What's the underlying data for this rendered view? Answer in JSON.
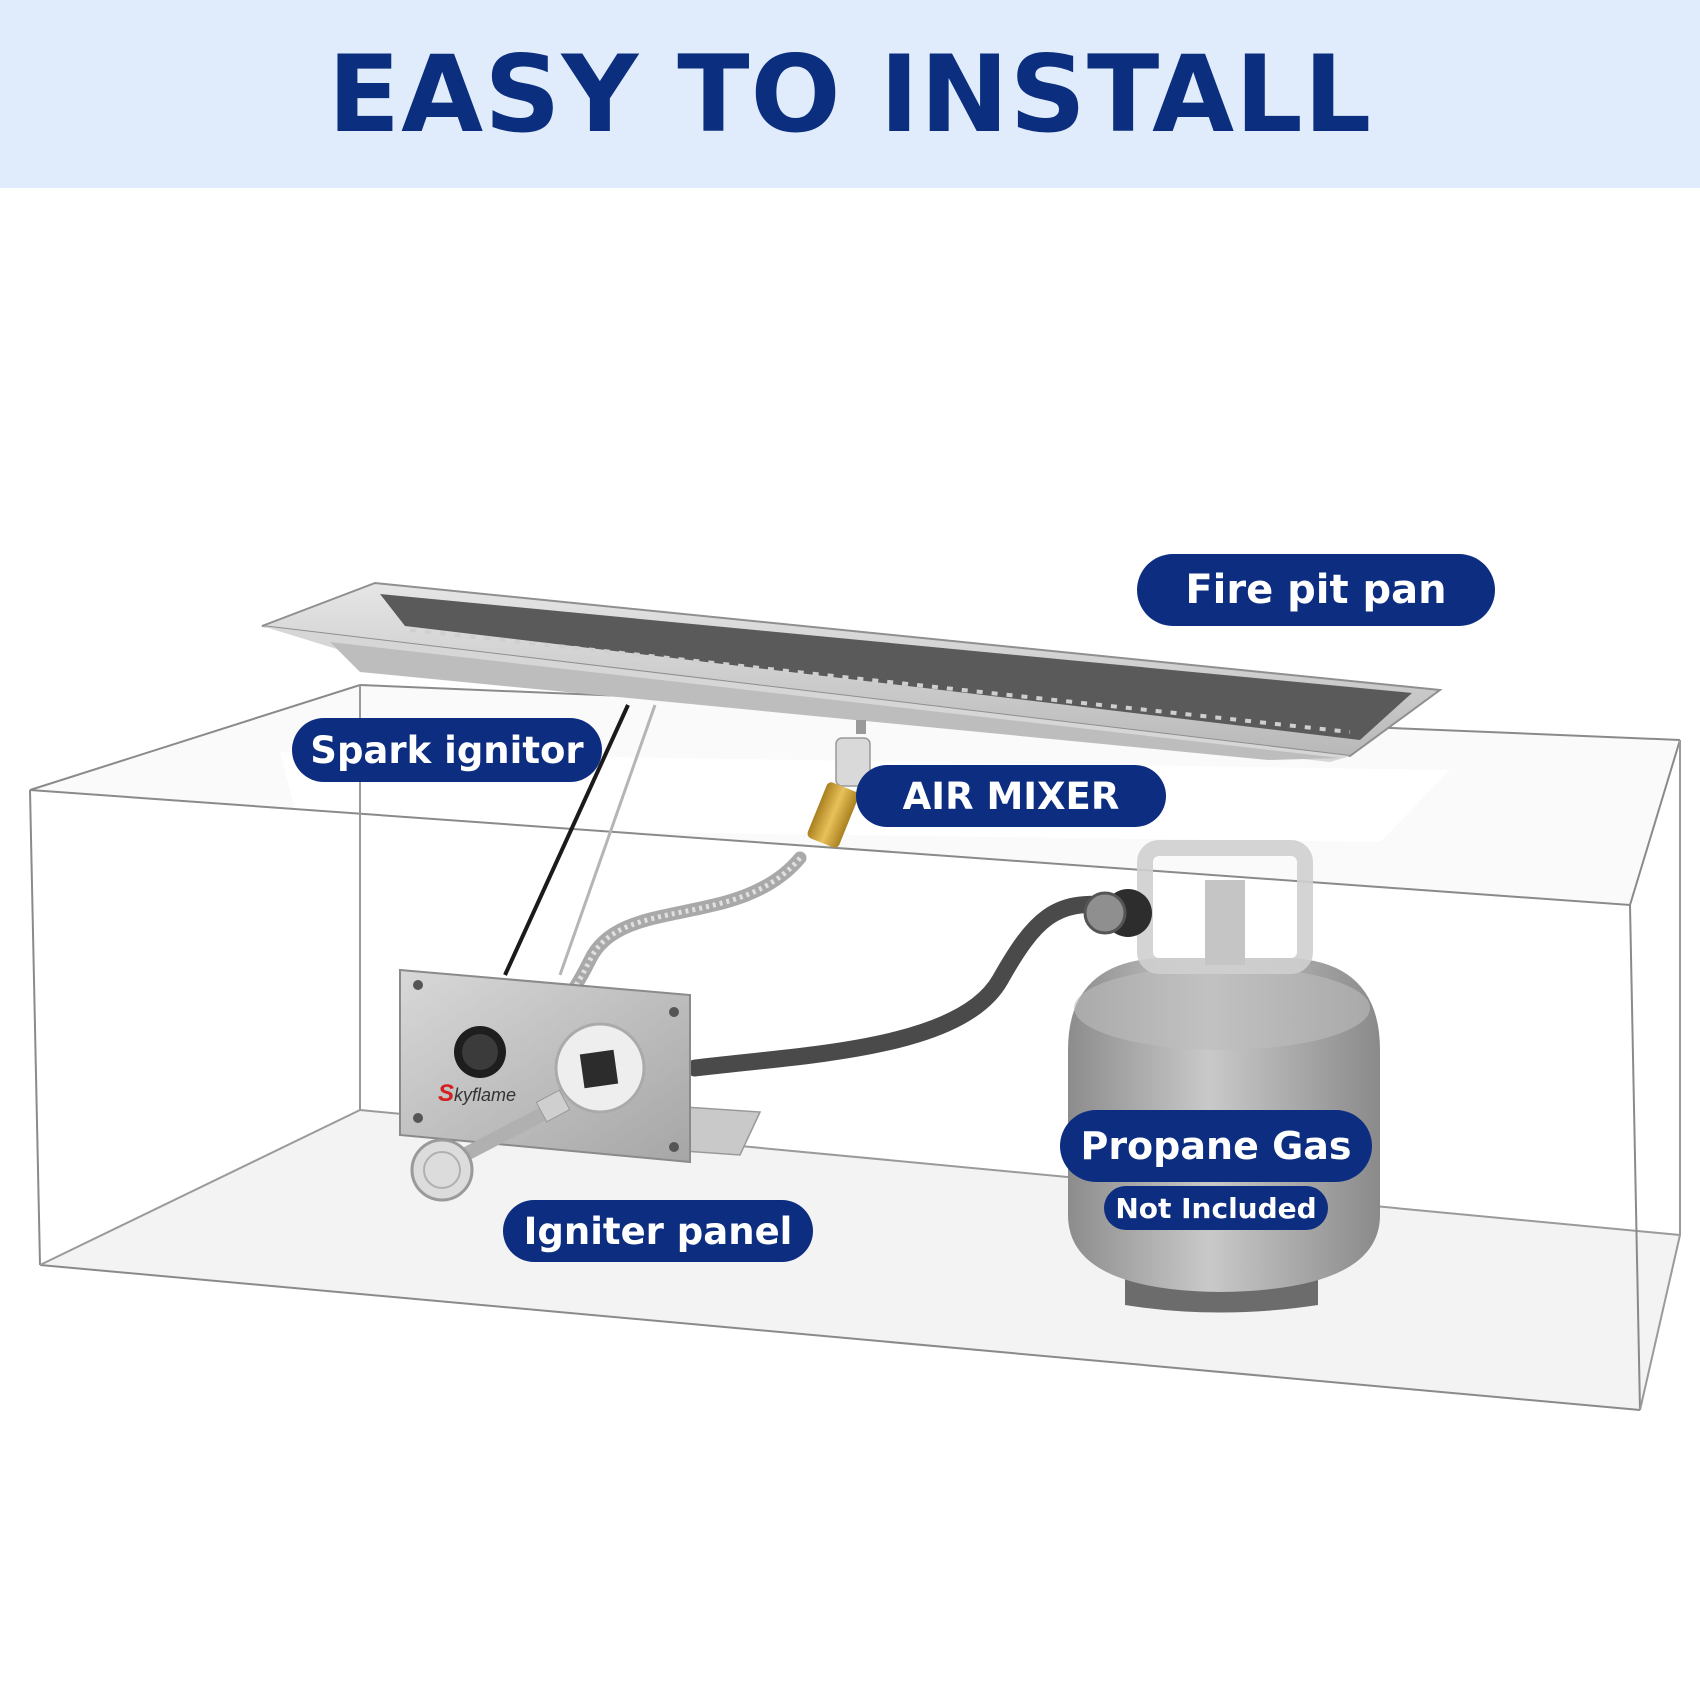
{
  "header": {
    "title": "EASY TO INSTALL"
  },
  "labels": {
    "fire_pit_pan": "Fire pit pan",
    "spark_ignitor": "Spark ignitor",
    "air_mixer": "AIR MIXER",
    "propane_gas": "Propane Gas",
    "not_included": "Not Included",
    "igniter_panel": "Igniter panel"
  },
  "brand": {
    "logo_text": "Skyflame"
  },
  "colors": {
    "header_bg": "#e0ecfb",
    "title_text": "#0b2f7e",
    "label_bg": "#0d2d80",
    "label_text": "#ffffff"
  }
}
